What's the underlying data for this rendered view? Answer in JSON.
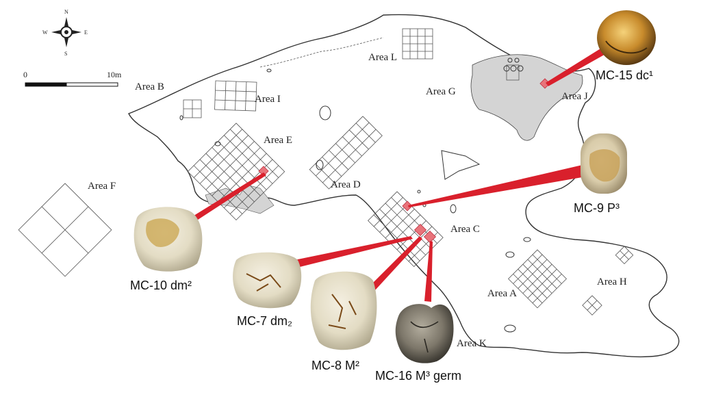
{
  "compass": {
    "north": "N",
    "south": "S",
    "east": "E",
    "west": "W"
  },
  "scale": {
    "start": "0",
    "end": "10m"
  },
  "areas": {
    "a": "Area A",
    "b": "Area B",
    "c": "Area C",
    "d": "Area D",
    "e": "Area E",
    "f": "Area F",
    "g": "Area G",
    "h": "Area H",
    "i": "Area I",
    "j": "Area J",
    "k": "Area K",
    "l": "Area L"
  },
  "specimens": {
    "mc15": "MC-15 dc¹",
    "mc9": "MC-9 P³",
    "mc10": "MC-10 dm²",
    "mc7": "MC-7 dm₂",
    "mc8": "MC-8 M²",
    "mc16": "MC-16 M³ germ"
  },
  "colors": {
    "highlight": "#e8737a",
    "link": "#d9202c",
    "shaded": "#d4d4d4",
    "outline": "#333333"
  }
}
